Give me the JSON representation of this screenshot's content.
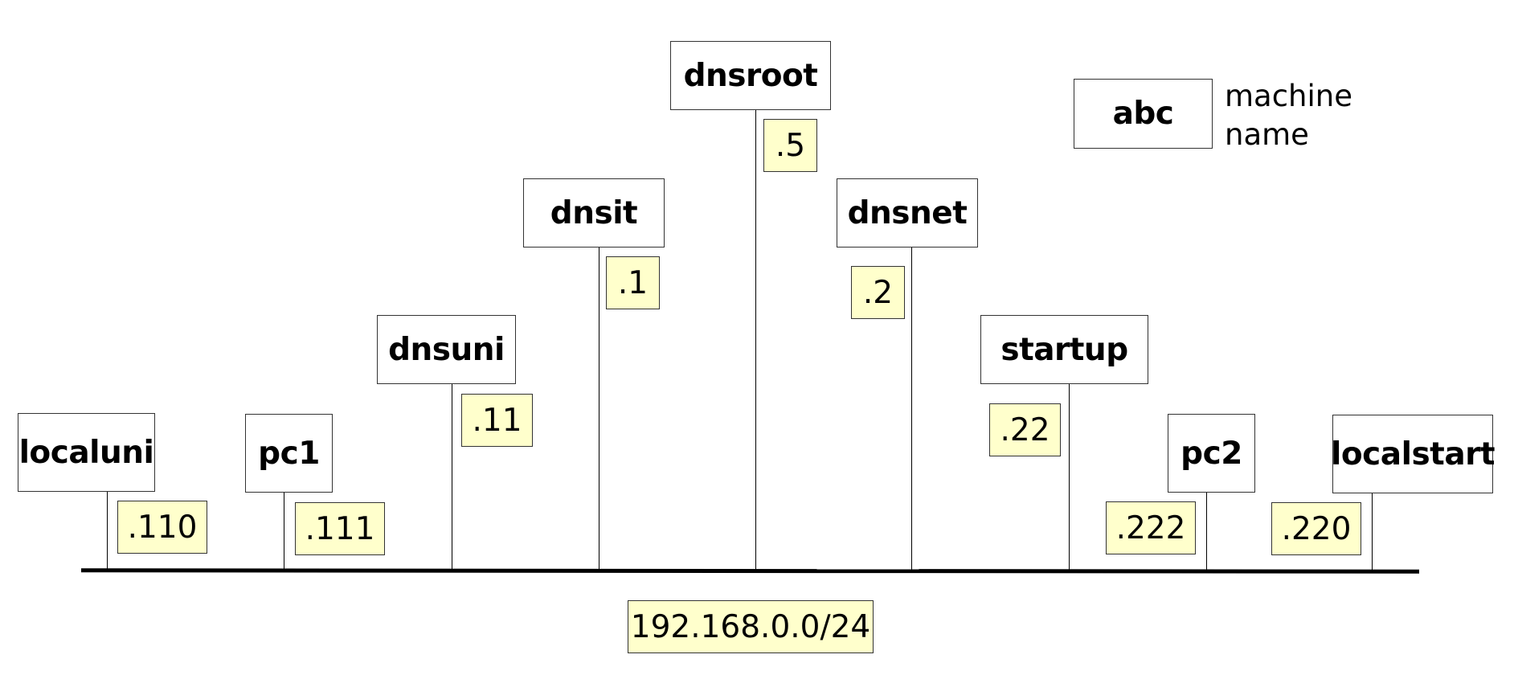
{
  "network": {
    "label": "192.168.0.0/24",
    "bus_color": "#000000"
  },
  "hosts": [
    {
      "name": "localuni",
      "ip": ".110"
    },
    {
      "name": "pc1",
      "ip": ".111"
    },
    {
      "name": "dnsuni",
      "ip": ".11"
    },
    {
      "name": "dnsit",
      "ip": ".1"
    },
    {
      "name": "dnsroot",
      "ip": ".5"
    },
    {
      "name": "dnsnet",
      "ip": ".2"
    },
    {
      "name": "startup",
      "ip": ".22"
    },
    {
      "name": "pc2",
      "ip": ".222"
    },
    {
      "name": "localstart",
      "ip": ".220"
    }
  ],
  "legend": {
    "box_label": "abc",
    "line1": "machine",
    "line2": "name"
  },
  "colors": {
    "ip_fill": "#ffffcc",
    "box_fill": "#ffffff",
    "border": "#333333"
  }
}
